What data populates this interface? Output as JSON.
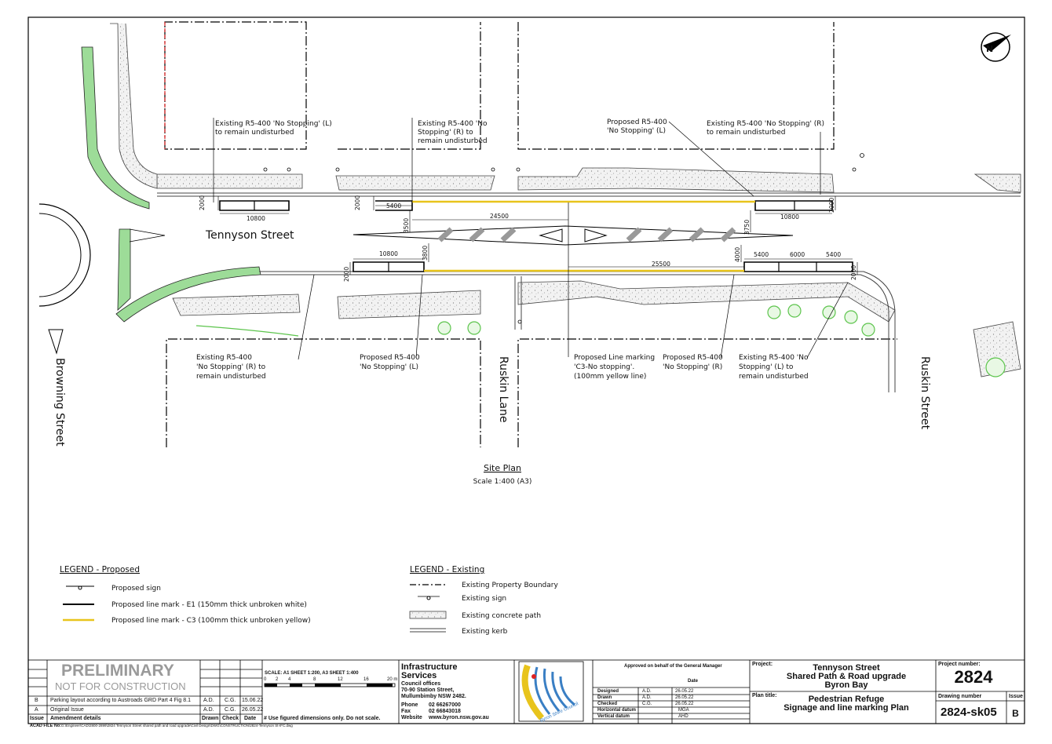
{
  "plan": {
    "streets": {
      "tennyson": "Tennyson Street",
      "browning": "Browning Street",
      "ruskin_lane": "Ruskin Lane",
      "ruskin_street": "Ruskin Street"
    },
    "annotations": {
      "a1_l1": "Existing R5-400 'No Stopping' (L)",
      "a1_l2": "to remain undisturbed",
      "a2_l1": "Existing R5-400 'No",
      "a2_l2": "Stopping' (R) to",
      "a2_l3": "remain undisturbed",
      "a3_l1": "Proposed R5-400",
      "a3_l2": "'No Stopping' (L)",
      "a4_l1": "Existing R5-400 'No Stopping' (R)",
      "a4_l2": "to remain undisturbed",
      "a5_l1": "Existing R5-400",
      "a5_l2": "'No Stopping' (R) to",
      "a5_l3": "remain undisturbed",
      "a6_l1": "Proposed R5-400",
      "a6_l2": "'No Stopping' (L)",
      "a7_l1": "Proposed Line marking",
      "a7_l2": "'C3-No stopping'.",
      "a7_l3": "(100mm yellow line)",
      "a8_l1": "Proposed R5-400",
      "a8_l2": "'No Stopping' (R)",
      "a9_l1": "Existing R5-400 'No",
      "a9_l2": "Stopping' (L) to",
      "a9_l3": "remain undisturbed"
    },
    "dimensions": {
      "d_10800_a": "10800",
      "d_5400_a": "5400",
      "d_24500": "24500",
      "d_10800_b": "10800",
      "d_2000_a": "2000",
      "d_2000_b": "2000",
      "d_3500": "3500",
      "d_3800": "3800",
      "d_2000_c": "2000",
      "d_25500": "25500",
      "d_3750": "3750",
      "d_4000": "4000",
      "d_5400_b": "5400",
      "d_6000": "6000",
      "d_5400_c": "5400",
      "d_10800_c": "10800",
      "d_2000_d": "2000",
      "d_2000_e": "2000"
    },
    "title": "Site Plan",
    "scale": "Scale 1:400 (A3)"
  },
  "legend_proposed": {
    "heading": "LEGEND - Proposed",
    "items": [
      "Proposed sign",
      "Proposed line mark - E1 (150mm thick unbroken white)",
      "Proposed line mark - C3 (100mm thick unbroken yellow)"
    ]
  },
  "legend_existing": {
    "heading": "LEGEND - Existing",
    "items": [
      "Existing Property Boundary",
      "Existing sign",
      "Existing concrete path",
      "Existing kerb"
    ]
  },
  "colors": {
    "yellow_line": "#e8c41c",
    "green_path": "#9ddc98",
    "tree": "#5cc44c",
    "watermark": "#9a9a9a"
  },
  "title_block": {
    "preliminary": "PRELIMINARY",
    "not_for_construction": "NOT FOR CONSTRUCTION",
    "amendments": [
      {
        "issue": "B",
        "details": "Parking layout according to Austroads GRD Part 4 Fig 8.1",
        "drawn": "A.D.",
        "check": "C.G.",
        "date": "15.06.22"
      },
      {
        "issue": "A",
        "details": "Original Issue",
        "drawn": "A.D.",
        "check": "C.G.",
        "date": "26.05.22"
      }
    ],
    "headers": {
      "issue": "Issue",
      "details": "Amendment details",
      "drawn": "Drawn",
      "check": "Check",
      "date": "Date"
    },
    "scale_text": "SCALE: A1 SHEET 1:200, A3 SHEET 1:400",
    "scale_ticks": [
      "0",
      "2",
      "4",
      "8",
      "12",
      "16",
      "20 m"
    ],
    "figured_note": "# Use figured dimensions only. Do not scale.",
    "dept_l1": "Infrastructure",
    "dept_l2": "Services",
    "office_heading": "Council offices",
    "office_addr1": "70-90 Station Street,",
    "office_addr2": "Mullumbimby  NSW 2482.",
    "phone_label": "Phone",
    "phone": "02 66267000",
    "fax_label": "Fax",
    "fax": "02 66843018",
    "website_label": "Website",
    "website": "www.byron.nsw.gov.au",
    "approved": "Approved on behalf of the General Manager",
    "date_label": "Date",
    "signoff": [
      {
        "label": "Designed",
        "who": "A.D.",
        "date": "26.05.22"
      },
      {
        "label": "Drawn",
        "who": "A.D.",
        "date": "26.05.22"
      },
      {
        "label": "Checked",
        "who": "C.G.",
        "date": "26.05.22"
      },
      {
        "label": "Horizontal datum",
        "who": "MGA",
        "date": ""
      },
      {
        "label": "Vertical datum",
        "who": "AHD",
        "date": ""
      }
    ],
    "project_label": "Project:",
    "project_l1": "Tennyson Street",
    "project_l2": "Shared Path & Road upgrade",
    "project_l3": "Byron Bay",
    "plan_title_label": "Plan title:",
    "plan_title_l1": "Pedestrian Refuge",
    "plan_title_l2": "Signage and line marking Plan",
    "project_number_label": "Project number:",
    "project_number": "2824",
    "drawing_number_label": "Drawing number",
    "drawing_number": "2824-sk05",
    "issue_label": "Issue",
    "issue": "B",
    "logo_text": "Byron Shire Council",
    "acad_label": "ACAD FILE No:",
    "acad_path": "G:\\Engineer\\CAD\\2800-2899\\2824 Tennyson Street shared path and road upgrade\\Civil Design\\DWG\\CONSTRUCTION\\2824-Tennyson St-IFC.dwg"
  }
}
